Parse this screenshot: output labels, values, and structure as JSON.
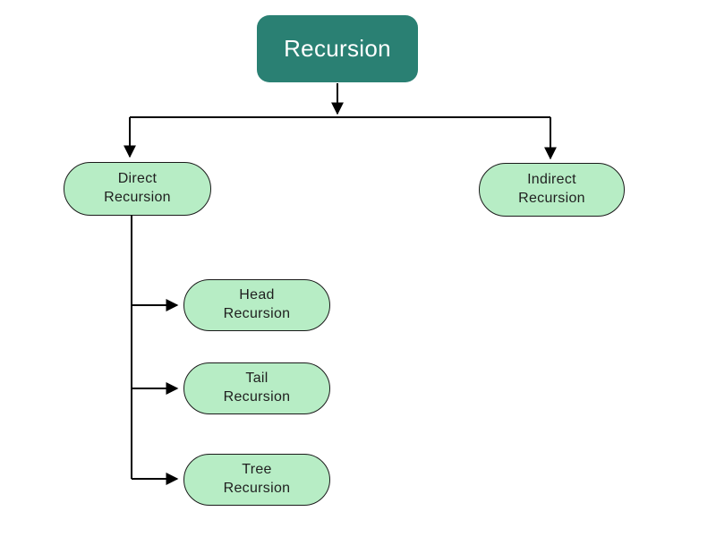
{
  "diagram": {
    "title": "Recursion",
    "root": {
      "label": "Recursion"
    },
    "nodes": {
      "direct": {
        "label": "Direct Recursion",
        "parent": "root"
      },
      "indirect": {
        "label": "Indirect Recursion",
        "parent": "root"
      },
      "head": {
        "label": "Head Recursion",
        "parent": "direct"
      },
      "tail": {
        "label": "Tail Recursion",
        "parent": "direct"
      },
      "tree": {
        "label": "Tree Recursion",
        "parent": "direct"
      }
    }
  },
  "theme": {
    "root-bg": "#2a8073",
    "root-text": "#ffffff",
    "node-bg": "#b7edc5",
    "node-border": "#1a1a1a",
    "node-text": "#1f1f1f",
    "line": "#000000",
    "canvas-bg": "#ffffff"
  }
}
